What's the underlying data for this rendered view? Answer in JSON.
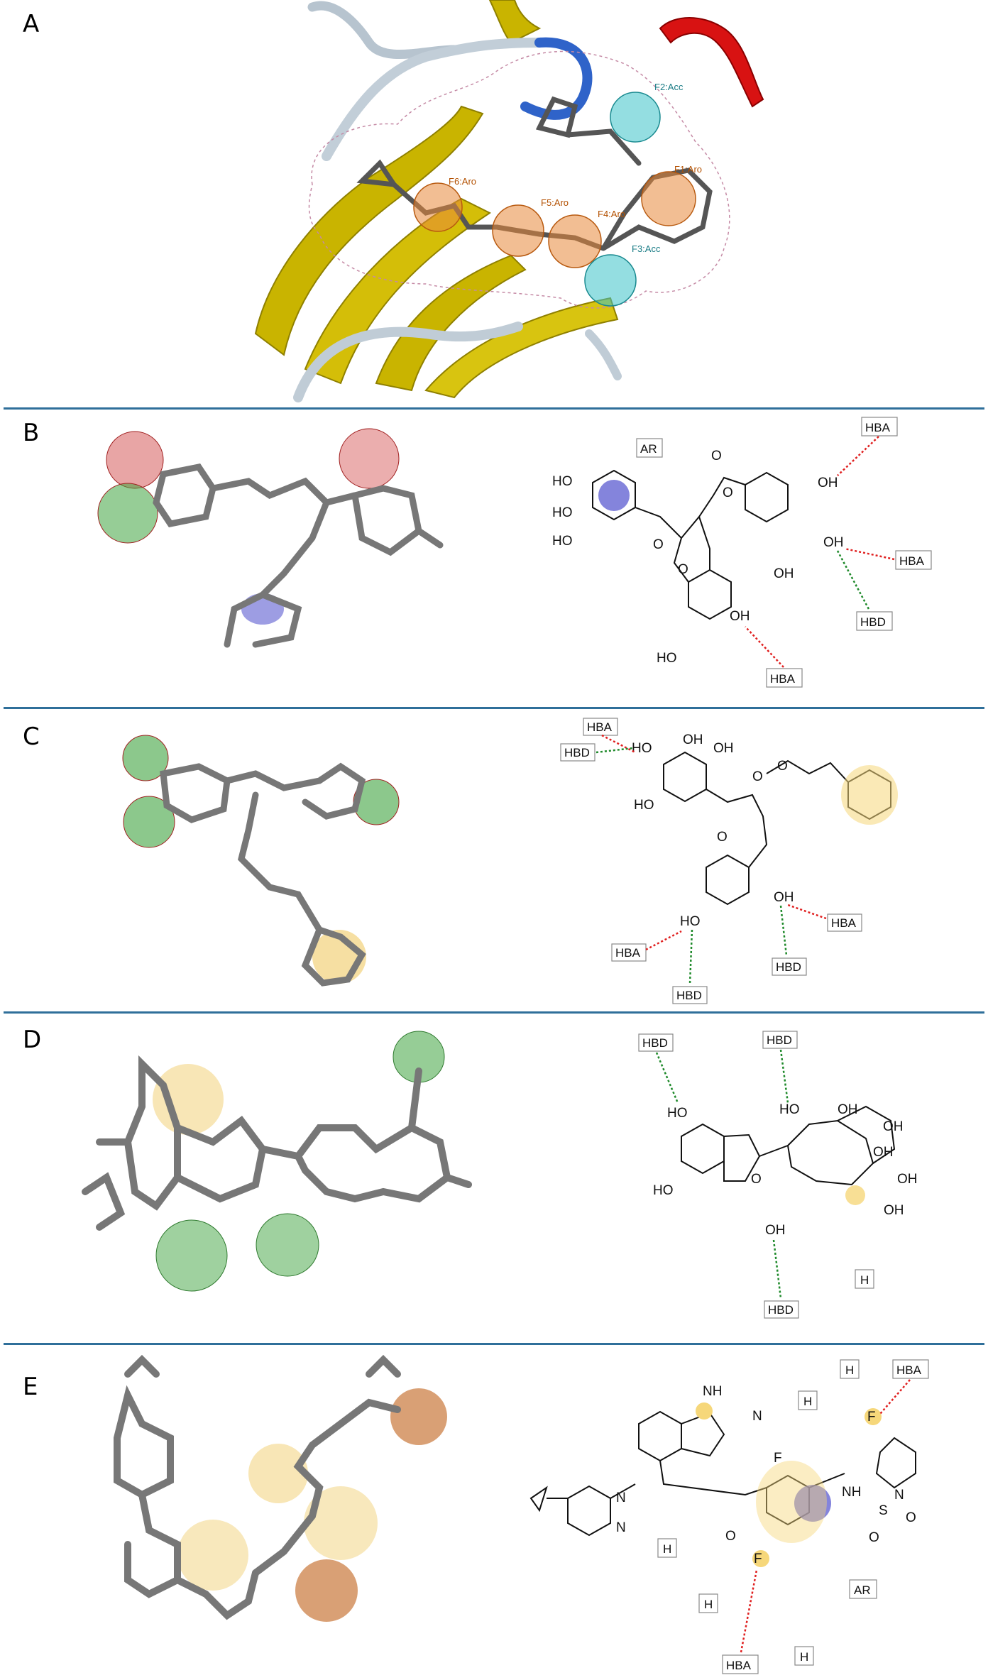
{
  "panels": [
    {
      "id": "A",
      "letter": "A"
    },
    {
      "id": "B",
      "letter": "B"
    },
    {
      "id": "C",
      "letter": "C"
    },
    {
      "id": "D",
      "letter": "D"
    },
    {
      "id": "E",
      "letter": "E"
    }
  ],
  "panel_a": {
    "features": [
      "F1:Aro",
      "F2:Acc",
      "F3:Acc",
      "F4:Aro",
      "F5:Aro",
      "F6:Aro"
    ]
  },
  "panel_b": {
    "labels": {
      "ar": "AR",
      "hba1": "HBA",
      "hba2": "HBA",
      "hba3": "HBA",
      "hbd1": "HBD"
    },
    "atoms": [
      "HO",
      "HO",
      "HO",
      "O",
      "O",
      "OH",
      "OH",
      "OH",
      "O",
      "O",
      "OH",
      "HO"
    ]
  },
  "panel_c": {
    "labels": {
      "hba1": "HBA",
      "hbd1": "HBD",
      "hba2": "HBA",
      "hba3": "HBA",
      "hbd2": "HBD",
      "hbd3": "HBD"
    },
    "atoms": [
      "HO",
      "OH",
      "OH",
      "HO",
      "O",
      "O",
      "O",
      "OH",
      "HO"
    ]
  },
  "panel_d": {
    "labels": {
      "hbd1": "HBD",
      "hbd2": "HBD",
      "hbd3": "HBD",
      "h1": "H"
    },
    "atoms": [
      "HO",
      "O",
      "HO",
      "OH",
      "HO",
      "OH",
      "OH",
      "OH",
      "OH",
      "OH"
    ]
  },
  "panel_e": {
    "labels": {
      "hba1": "HBA",
      "hba2": "HBA",
      "h1": "H",
      "h2": "H",
      "h3": "H",
      "h4": "H",
      "h5": "H",
      "ar": "AR"
    },
    "atoms": [
      "NH",
      "N",
      "N",
      "N",
      "O",
      "F",
      "F",
      "F",
      "NH",
      "S",
      "O",
      "O",
      "N"
    ]
  },
  "colors": {
    "divider": "#2f6f9a",
    "hba_arrow": "#e02020",
    "hbd_arrow": "#1f8a2b",
    "hydrophobic": "#f2c94c",
    "aromatic": "#3a37a8"
  }
}
